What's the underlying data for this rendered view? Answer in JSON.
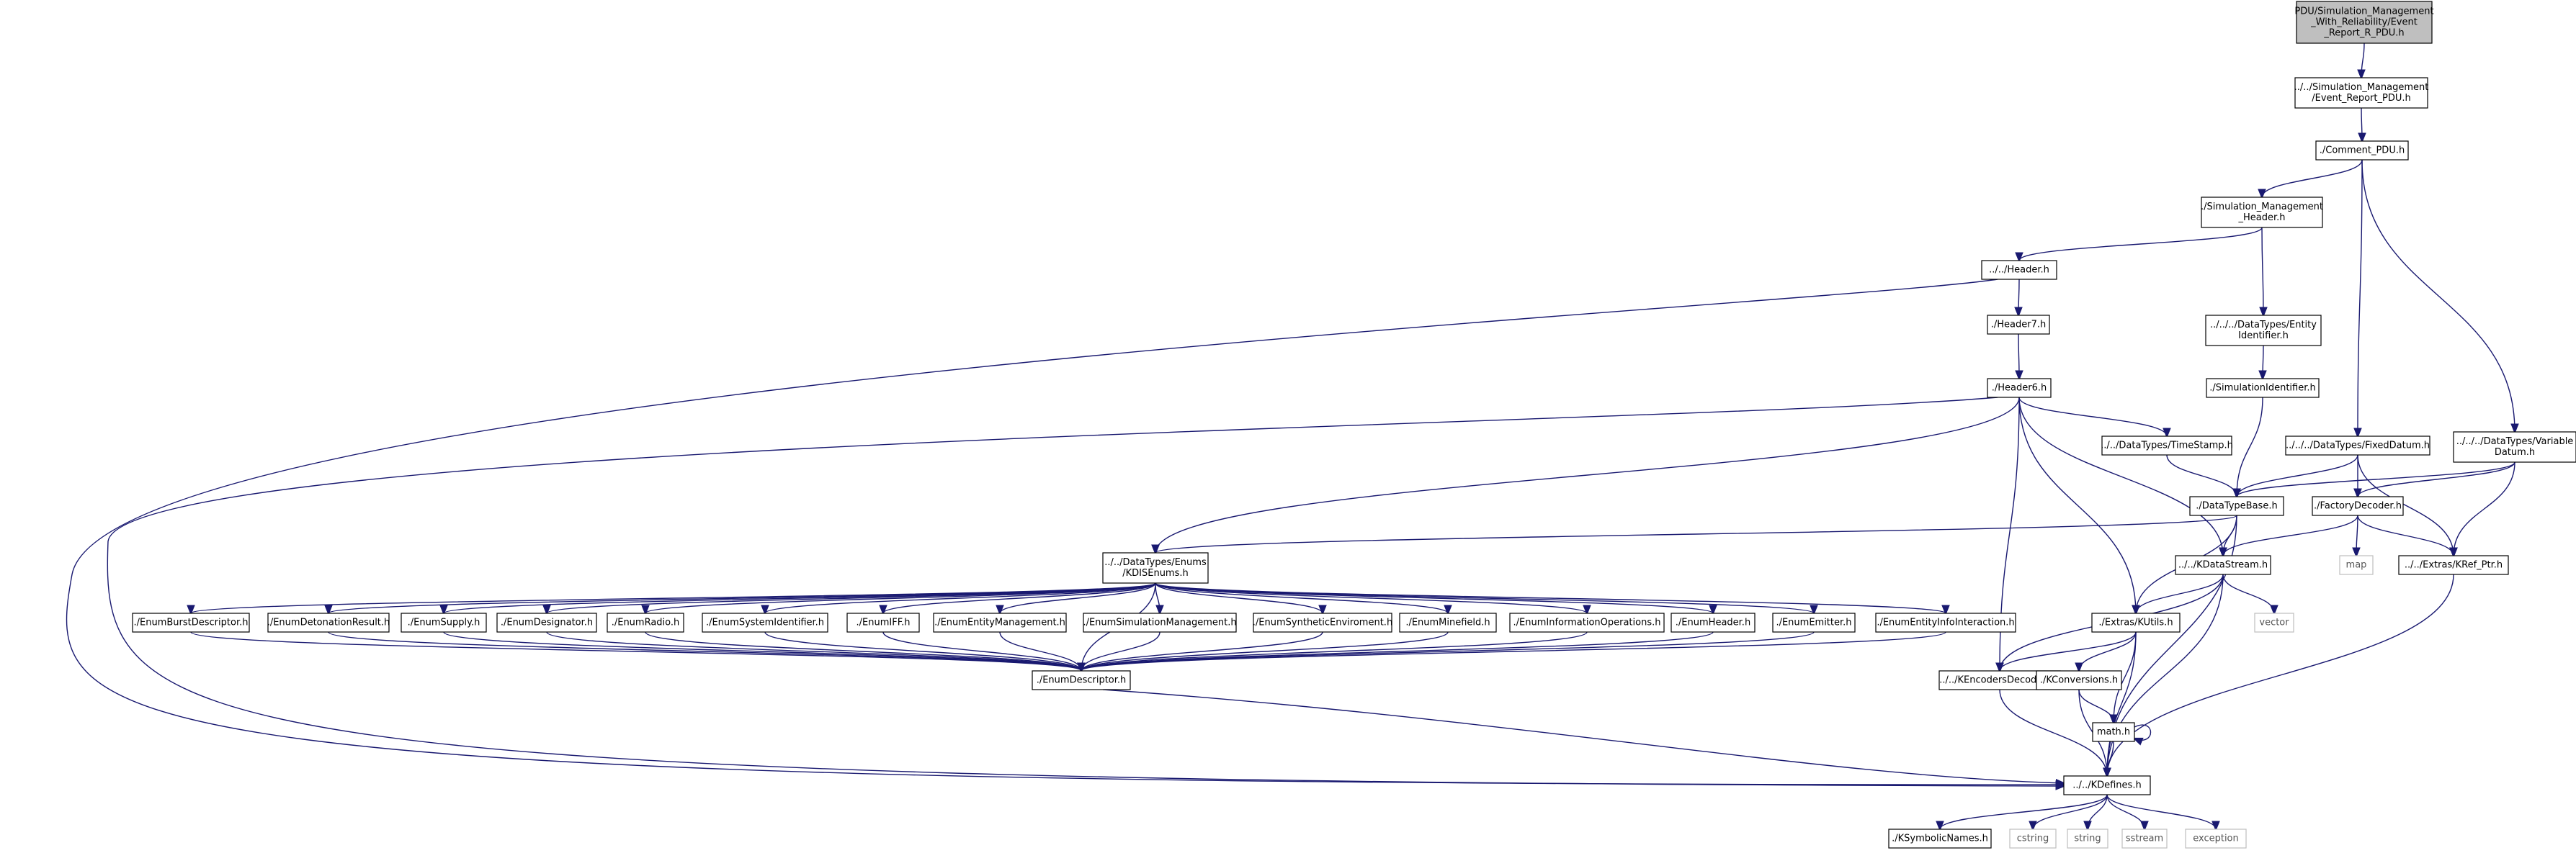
{
  "diagram": {
    "nodes": [
      {
        "id": "root",
        "lines": [
          "PDU/Simulation_Management",
          "_With_Reliability/Event",
          "_Report_R_PDU.h"
        ],
        "kind": "root"
      },
      {
        "id": "er",
        "lines": [
          "../../Simulation_Management",
          "/Event_Report_PDU.h"
        ],
        "kind": "file"
      },
      {
        "id": "comment",
        "lines": [
          "./Comment_PDU.h"
        ],
        "kind": "file"
      },
      {
        "id": "smh",
        "lines": [
          "./Simulation_Management",
          "_Header.h"
        ],
        "kind": "file"
      },
      {
        "id": "header",
        "lines": [
          "../../Header.h"
        ],
        "kind": "file"
      },
      {
        "id": "header7",
        "lines": [
          "./Header7.h"
        ],
        "kind": "file"
      },
      {
        "id": "header6",
        "lines": [
          "./Header6.h"
        ],
        "kind": "file"
      },
      {
        "id": "entityid",
        "lines": [
          "../../../DataTypes/Entity",
          "Identifier.h"
        ],
        "kind": "file"
      },
      {
        "id": "simid",
        "lines": [
          "./SimulationIdentifier.h"
        ],
        "kind": "file"
      },
      {
        "id": "timestamp",
        "lines": [
          "../../DataTypes/TimeStamp.h"
        ],
        "kind": "file"
      },
      {
        "id": "fixed",
        "lines": [
          "../../../DataTypes/FixedDatum.h"
        ],
        "kind": "file"
      },
      {
        "id": "variable",
        "lines": [
          "../../../DataTypes/Variable",
          "Datum.h"
        ],
        "kind": "file"
      },
      {
        "id": "dtb",
        "lines": [
          "./DataTypeBase.h"
        ],
        "kind": "file"
      },
      {
        "id": "factory",
        "lines": [
          "./FactoryDecoder.h"
        ],
        "kind": "file"
      },
      {
        "id": "kdis",
        "lines": [
          "../../DataTypes/Enums",
          "/KDISEnums.h"
        ],
        "kind": "file"
      },
      {
        "id": "kds",
        "lines": [
          "../../KDataStream.h"
        ],
        "kind": "file"
      },
      {
        "id": "map",
        "lines": [
          "map"
        ],
        "kind": "ext"
      },
      {
        "id": "kref",
        "lines": [
          "../../Extras/KRef_Ptr.h"
        ],
        "kind": "file"
      },
      {
        "id": "e1",
        "lines": [
          "./EnumBurstDescriptor.h"
        ],
        "kind": "file"
      },
      {
        "id": "e2",
        "lines": [
          "./EnumDetonationResult.h"
        ],
        "kind": "file"
      },
      {
        "id": "e3",
        "lines": [
          "./EnumSupply.h"
        ],
        "kind": "file"
      },
      {
        "id": "e4",
        "lines": [
          "./EnumDesignator.h"
        ],
        "kind": "file"
      },
      {
        "id": "e5",
        "lines": [
          "./EnumRadio.h"
        ],
        "kind": "file"
      },
      {
        "id": "e6",
        "lines": [
          "./EnumSystemIdentifier.h"
        ],
        "kind": "file"
      },
      {
        "id": "e7",
        "lines": [
          "./EnumIFF.h"
        ],
        "kind": "file"
      },
      {
        "id": "e8",
        "lines": [
          "./EnumEntityManagement.h"
        ],
        "kind": "file"
      },
      {
        "id": "e9",
        "lines": [
          "./EnumSimulationManagement.h"
        ],
        "kind": "file"
      },
      {
        "id": "e10",
        "lines": [
          "./EnumSyntheticEnviroment.h"
        ],
        "kind": "file"
      },
      {
        "id": "e11",
        "lines": [
          "./EnumMinefield.h"
        ],
        "kind": "file"
      },
      {
        "id": "e12",
        "lines": [
          "./EnumInformationOperations.h"
        ],
        "kind": "file"
      },
      {
        "id": "e13",
        "lines": [
          "./EnumHeader.h"
        ],
        "kind": "file"
      },
      {
        "id": "e14",
        "lines": [
          "./EnumEmitter.h"
        ],
        "kind": "file"
      },
      {
        "id": "e15",
        "lines": [
          "./EnumEntityInfoInteraction.h"
        ],
        "kind": "file"
      },
      {
        "id": "kutils",
        "lines": [
          "./Extras/KUtils.h"
        ],
        "kind": "file"
      },
      {
        "id": "vector",
        "lines": [
          "vector"
        ],
        "kind": "ext"
      },
      {
        "id": "enumdesc",
        "lines": [
          "./EnumDescriptor.h"
        ],
        "kind": "file"
      },
      {
        "id": "kenc",
        "lines": [
          "../../KEncodersDecoders.h"
        ],
        "kind": "file"
      },
      {
        "id": "kconv",
        "lines": [
          "./KConversions.h"
        ],
        "kind": "file"
      },
      {
        "id": "math",
        "lines": [
          "math.h"
        ],
        "kind": "file"
      },
      {
        "id": "kdefines",
        "lines": [
          "../../KDefines.h"
        ],
        "kind": "file"
      },
      {
        "id": "ksym",
        "lines": [
          "./KSymbolicNames.h"
        ],
        "kind": "file"
      },
      {
        "id": "cstring",
        "lines": [
          "cstring"
        ],
        "kind": "ext"
      },
      {
        "id": "string",
        "lines": [
          "string"
        ],
        "kind": "ext"
      },
      {
        "id": "sstream",
        "lines": [
          "sstream"
        ],
        "kind": "ext"
      },
      {
        "id": "exception",
        "lines": [
          "exception"
        ],
        "kind": "ext"
      }
    ],
    "edges": [
      [
        "root",
        "er"
      ],
      [
        "er",
        "comment"
      ],
      [
        "comment",
        "smh"
      ],
      [
        "comment",
        "fixed"
      ],
      [
        "comment",
        "variable"
      ],
      [
        "smh",
        "header"
      ],
      [
        "smh",
        "entityid"
      ],
      [
        "header",
        "header7"
      ],
      [
        "header",
        "kdefines"
      ],
      [
        "header7",
        "header6"
      ],
      [
        "entityid",
        "simid"
      ],
      [
        "simid",
        "dtb"
      ],
      [
        "header6",
        "kdis"
      ],
      [
        "header6",
        "timestamp"
      ],
      [
        "header6",
        "kds"
      ],
      [
        "header6",
        "kutils"
      ],
      [
        "header6",
        "kenc"
      ],
      [
        "header6",
        "kdefines"
      ],
      [
        "timestamp",
        "dtb"
      ],
      [
        "fixed",
        "dtb"
      ],
      [
        "fixed",
        "factory"
      ],
      [
        "fixed",
        "kref"
      ],
      [
        "variable",
        "dtb"
      ],
      [
        "variable",
        "factory"
      ],
      [
        "variable",
        "kref"
      ],
      [
        "dtb",
        "kdis"
      ],
      [
        "dtb",
        "kds"
      ],
      [
        "dtb",
        "kutils"
      ],
      [
        "dtb",
        "kdefines"
      ],
      [
        "factory",
        "kds"
      ],
      [
        "factory",
        "map"
      ],
      [
        "factory",
        "kref"
      ],
      [
        "kdis",
        "e1"
      ],
      [
        "kdis",
        "e2"
      ],
      [
        "kdis",
        "e3"
      ],
      [
        "kdis",
        "e4"
      ],
      [
        "kdis",
        "e5"
      ],
      [
        "kdis",
        "e6"
      ],
      [
        "kdis",
        "e7"
      ],
      [
        "kdis",
        "e8"
      ],
      [
        "kdis",
        "e9"
      ],
      [
        "kdis",
        "e10"
      ],
      [
        "kdis",
        "e11"
      ],
      [
        "kdis",
        "e12"
      ],
      [
        "kdis",
        "e13"
      ],
      [
        "kdis",
        "e14"
      ],
      [
        "kdis",
        "e15"
      ],
      [
        "kdis",
        "enumdesc"
      ],
      [
        "e1",
        "enumdesc"
      ],
      [
        "e2",
        "enumdesc"
      ],
      [
        "e3",
        "enumdesc"
      ],
      [
        "e4",
        "enumdesc"
      ],
      [
        "e5",
        "enumdesc"
      ],
      [
        "e6",
        "enumdesc"
      ],
      [
        "e7",
        "enumdesc"
      ],
      [
        "e8",
        "enumdesc"
      ],
      [
        "e9",
        "enumdesc"
      ],
      [
        "e10",
        "enumdesc"
      ],
      [
        "e11",
        "enumdesc"
      ],
      [
        "e12",
        "enumdesc"
      ],
      [
        "e13",
        "enumdesc"
      ],
      [
        "e14",
        "enumdesc"
      ],
      [
        "e15",
        "enumdesc"
      ],
      [
        "enumdesc",
        "kdefines"
      ],
      [
        "kds",
        "kutils"
      ],
      [
        "kds",
        "kenc"
      ],
      [
        "kds",
        "vector"
      ],
      [
        "kds",
        "kdefines"
      ],
      [
        "kutils",
        "kenc"
      ],
      [
        "kutils",
        "kconv"
      ],
      [
        "kutils",
        "math"
      ],
      [
        "kutils",
        "kdefines"
      ],
      [
        "kref",
        "kdefines"
      ],
      [
        "kenc",
        "kdefines"
      ],
      [
        "kconv",
        "math"
      ],
      [
        "kconv",
        "kdefines"
      ],
      [
        "math",
        "math"
      ],
      [
        "math",
        "kdefines"
      ],
      [
        "kdefines",
        "ksym"
      ],
      [
        "kdefines",
        "cstring"
      ],
      [
        "kdefines",
        "string"
      ],
      [
        "kdefines",
        "sstream"
      ],
      [
        "kdefines",
        "exception"
      ]
    ]
  }
}
